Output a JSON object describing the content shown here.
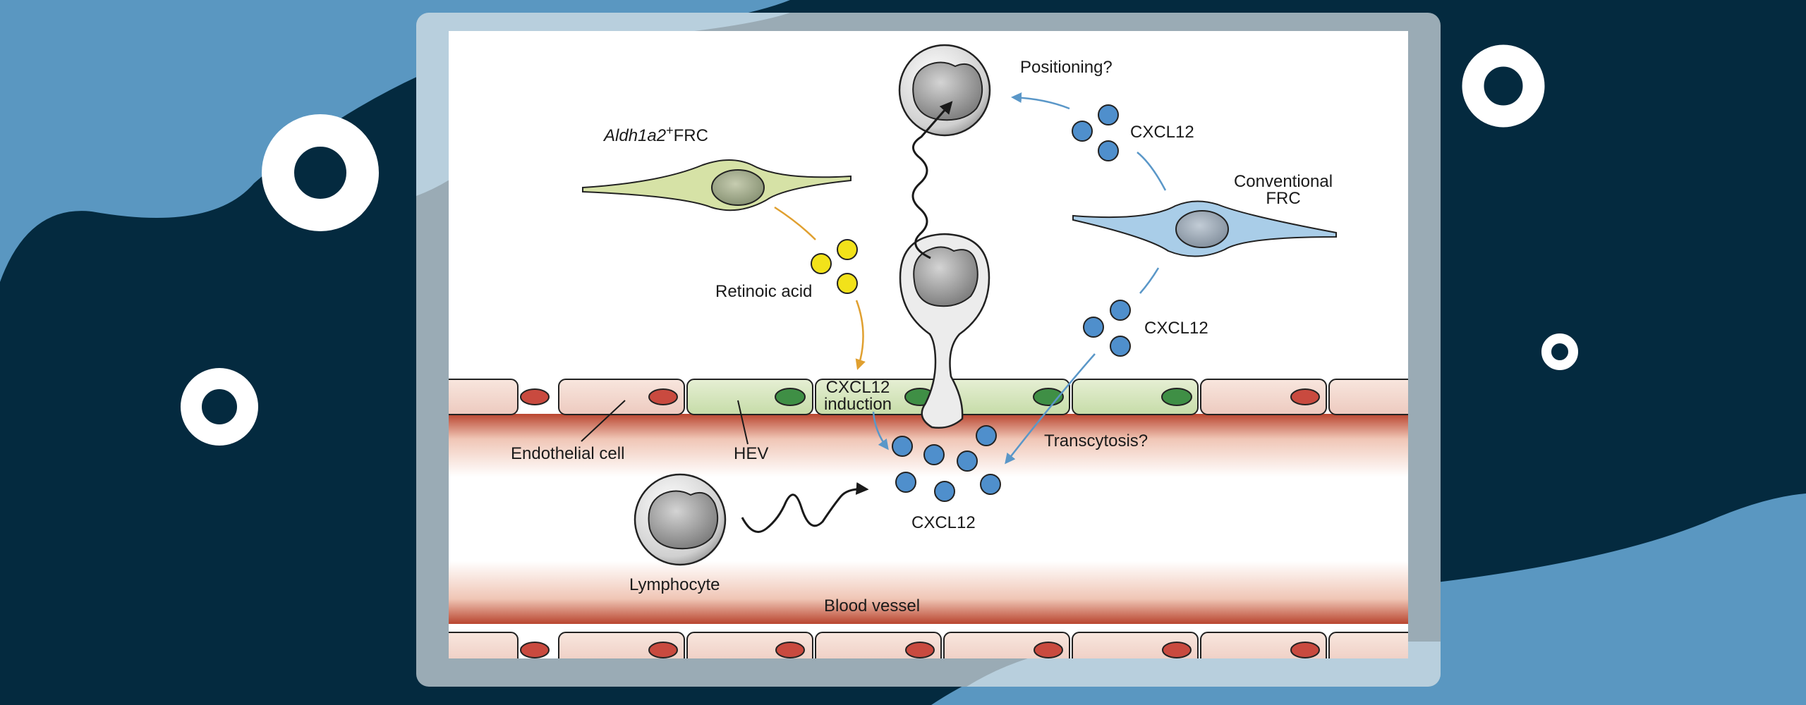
{
  "colors": {
    "background_dark": "#042a3f",
    "background_light_blue": "#5a97c1",
    "panel_frame": "#9aabb5",
    "endothelial_cell": "#f3d9d0",
    "endothelial_nucleus": "#c94a3f",
    "hev_cell": "#d9e7c3",
    "hev_nucleus": "#3f8f45",
    "blood_vessel_edge": "#b9452f",
    "aldh1a2_frc": "#d6e2a6",
    "conventional_frc": "#a9cde8",
    "retinoic_acid": "#f2e21a",
    "cxcl12": "#4f8fcc",
    "arrow_orange": "#e0a030",
    "arrow_blue": "#5a97c8"
  },
  "labels": {
    "aldh1a2_gene": "Aldh1a2",
    "aldh1a2_sup": "+",
    "aldh1a2_suffix": "FRC",
    "positioning": "Positioning?",
    "cxcl12_top": "CXCL12",
    "conventional_frc_line1": "Conventional",
    "conventional_frc_line2": "FRC",
    "retinoic_acid": "Retinoic acid",
    "cxcl12_mid": "CXCL12",
    "cxcl12_induction_line1": "CXCL12",
    "cxcl12_induction_line2": "induction",
    "endothelial_cell": "Endothelial cell",
    "hev": "HEV",
    "transcytosis": "Transcytosis?",
    "cxcl12_lumen": "CXCL12",
    "lymphocyte": "Lymphocyte",
    "blood_vessel": "Blood vessel"
  }
}
